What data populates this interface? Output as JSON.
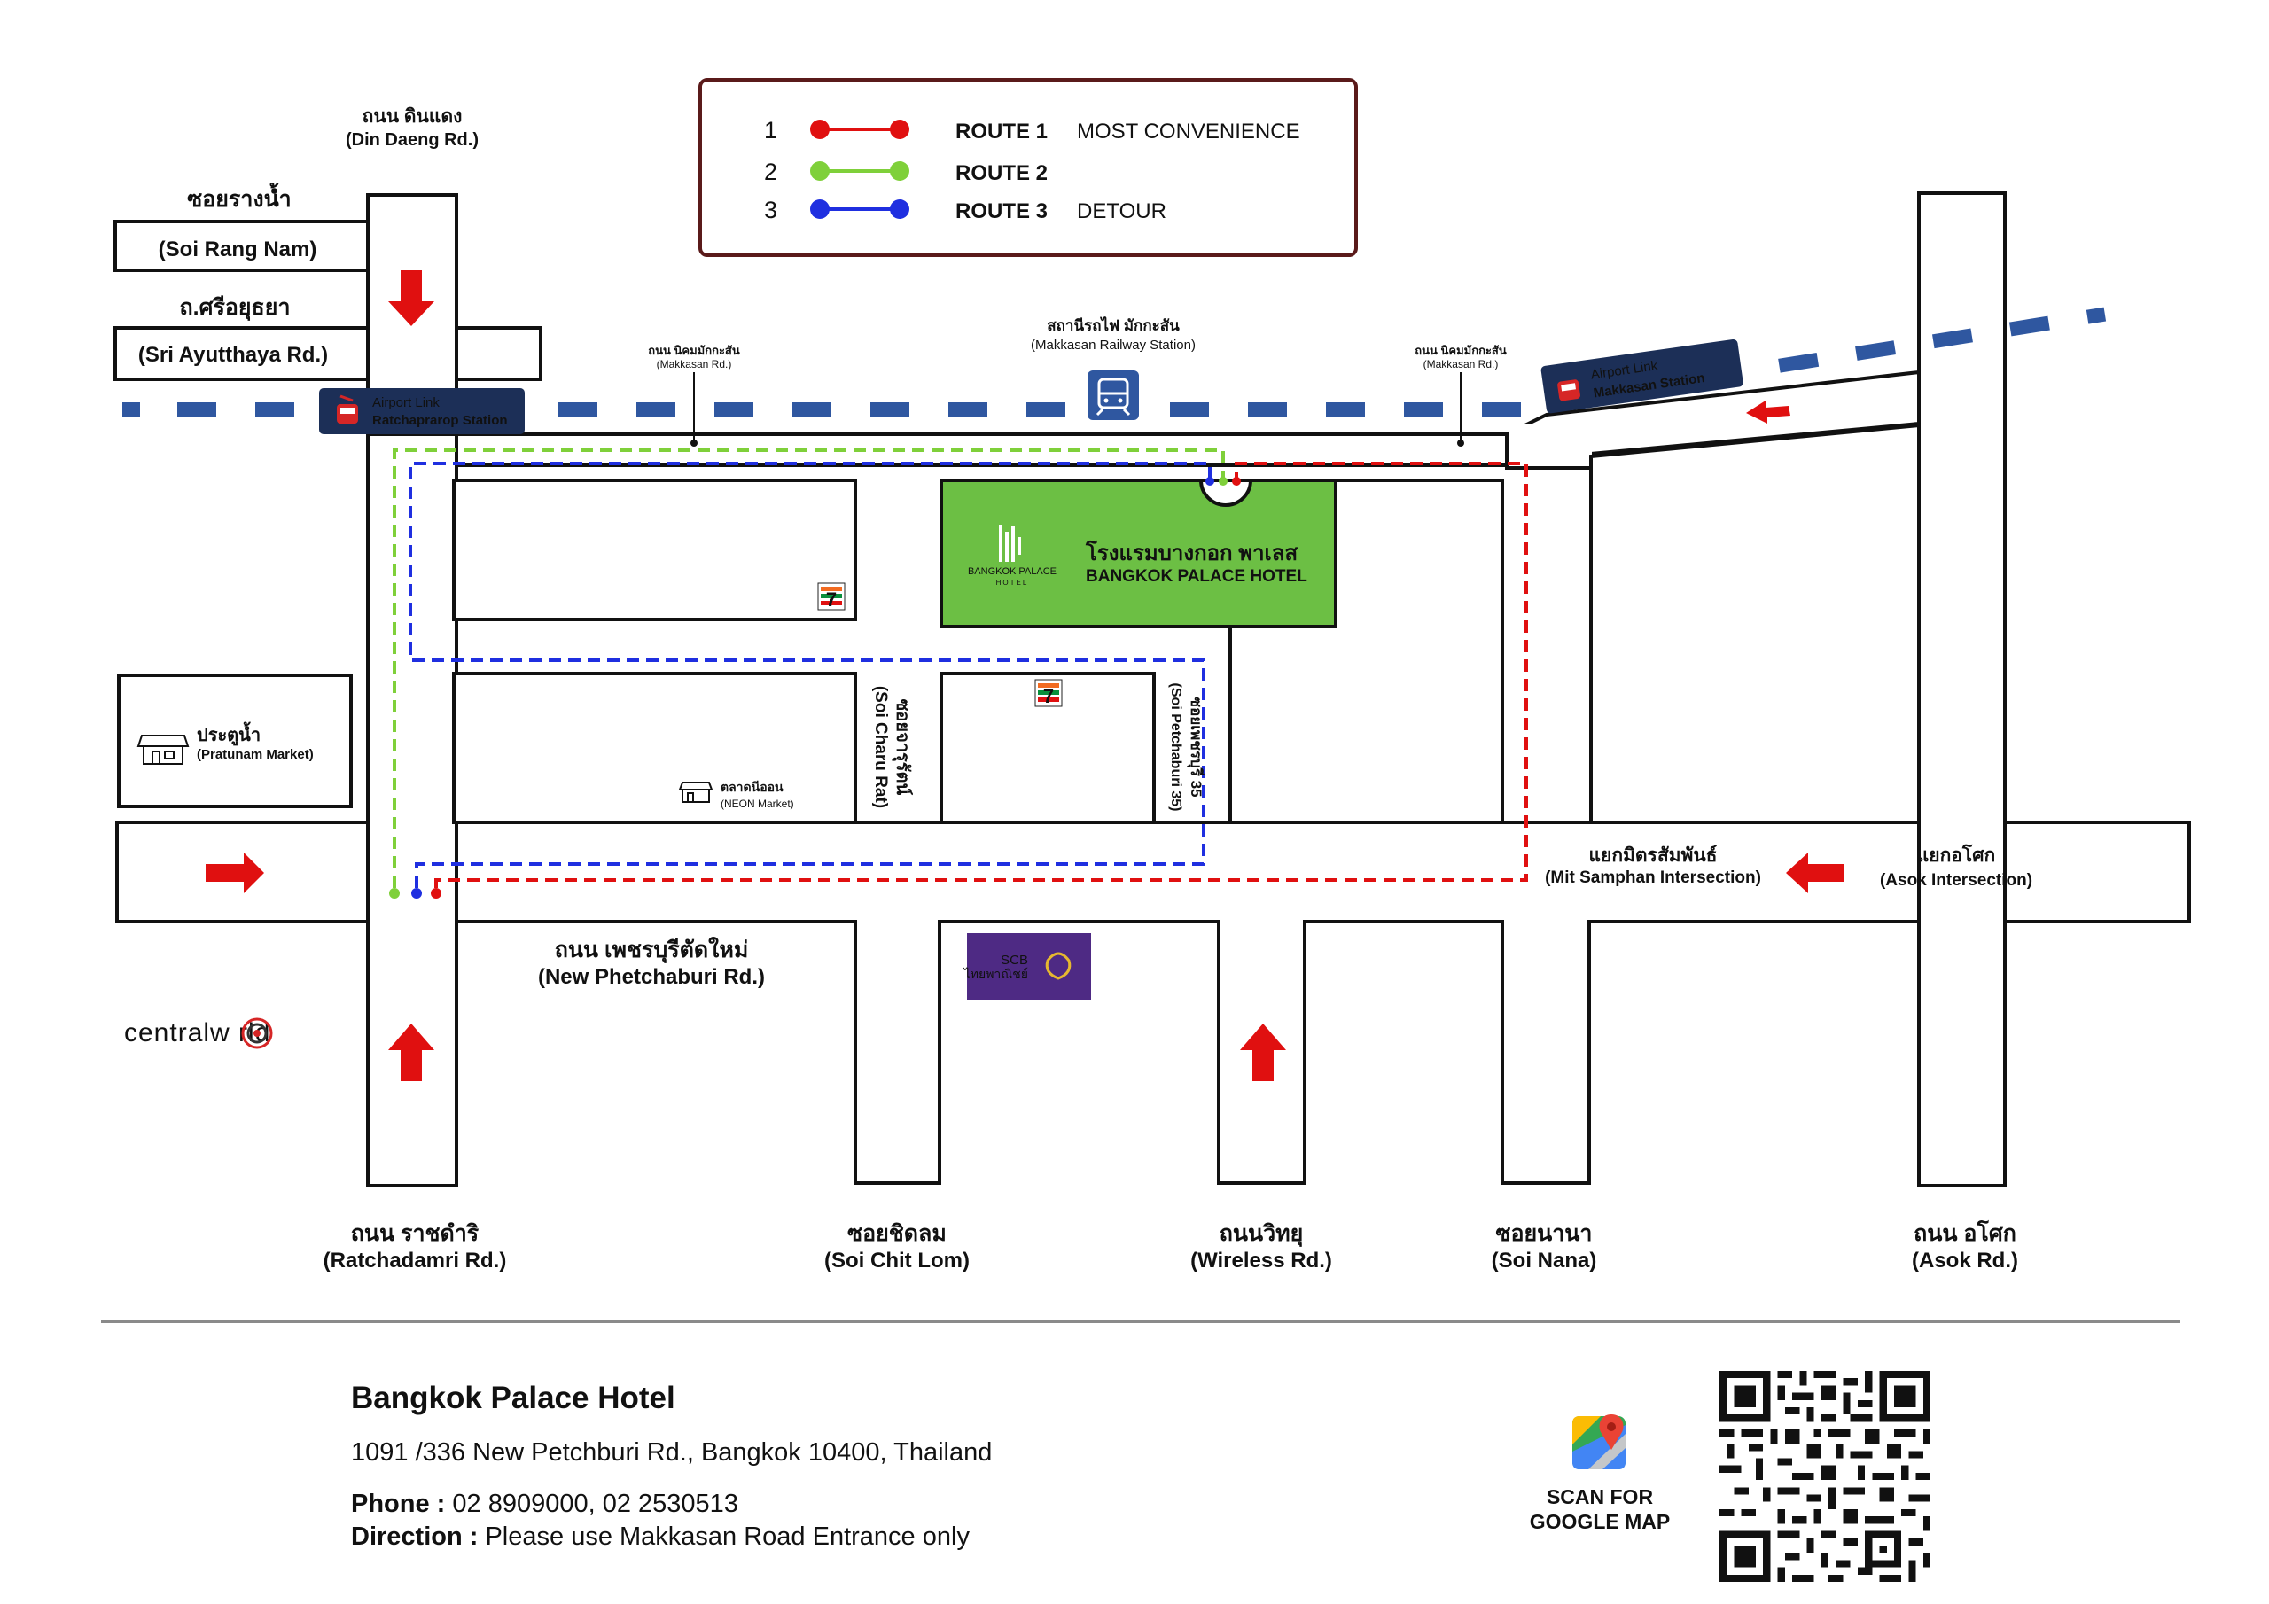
{
  "legend": {
    "routes": [
      {
        "number": "1",
        "name": "ROUTE 1",
        "note": "MOST CONVENIENCE",
        "color": "#e01010"
      },
      {
        "number": "2",
        "name": "ROUTE 2",
        "note": "",
        "color": "#7fd03a"
      },
      {
        "number": "3",
        "name": "ROUTE 3",
        "note": "DETOUR",
        "color": "#1f2fe0"
      }
    ]
  },
  "roads": {
    "din_daeng_th": "ถนน ดินแดง",
    "din_daeng_en": "(Din Daeng Rd.)",
    "soi_rang_nam_th": "ซอยรางน้ำ",
    "soi_rang_nam_en": "(Soi Rang Nam)",
    "sri_ayutthaya_th": "ถ.ศรีอยุธยา",
    "sri_ayutthaya_en": "(Sri Ayutthaya Rd.)",
    "makkasan_west_th": "ถนน นิคมมักกะสัน",
    "makkasan_west_en": "(Makkasan Rd.)",
    "makkasan_east_th": "ถนน นิคมมักกะสัน",
    "makkasan_east_en": "(Makkasan Rd.)",
    "new_phetchaburi_th": "ถนน เพชรบุรีตัดใหม่",
    "new_phetchaburi_en": "(New Phetchaburi Rd.)",
    "ratchadamri_th": "ถนน ราชดำริ",
    "ratchadamri_en": "(Ratchadamri Rd.)",
    "chit_lom_th": "ซอยชิดลม",
    "chit_lom_en": "(Soi Chit Lom)",
    "wireless_th": "ถนนวิทยุ",
    "wireless_en": "(Wireless Rd.)",
    "nana_th": "ซอยนานา",
    "nana_en": "(Soi Nana)",
    "asok_th": "ถนน อโศก",
    "asok_en": "(Asok Rd.)",
    "charu_rat_th": "ซอยจารุรัตน์",
    "charu_rat_en": "(Soi Charu Rat)",
    "petchaburi35_th": "ซอยเพชรบุรี 35",
    "petchaburi35_en": "(Soi Petchaburi 35)"
  },
  "places": {
    "makkasan_rail_th": "สถานีรถไฟ มักกะสัน",
    "makkasan_rail_en": "(Makkasan Railway Station)",
    "airport_link_1_line1": "Airport Link",
    "airport_link_1_line2": "Ratchaprarop Station",
    "airport_link_2_line1": "Airport Link",
    "airport_link_2_line2": "Makkasan Station",
    "pratunam_th": "ประตูน้ำ",
    "pratunam_en": "(Pratunam Market)",
    "neon_th": "ตลาดนีออน",
    "neon_en": "(NEON Market)",
    "mit_samphan_th": "แยกมิตรสัมพันธ์",
    "mit_samphan_en": "(Mit Samphan Intersection)",
    "asok_int_th": "แยกอโศก",
    "asok_int_en": "(Asok Intersection)",
    "scb_line1": "SCB",
    "scb_line2": "ไทยพาณิชย์",
    "centralworld": "centralw rld",
    "hotel_th": "โรงแรมบางกอก พาเลส",
    "hotel_en": "BANGKOK PALACE HOTEL",
    "hotel_logo_line1": "BANGKOK PALACE",
    "hotel_logo_line2": "HOTEL",
    "seven_eleven": "7"
  },
  "colors": {
    "hotel_green": "#6cbf44",
    "arrow_red": "#e01010",
    "rail_blue": "#2f57a0",
    "station_navy": "#1c2f57",
    "scb_purple": "#4e2a84"
  },
  "footer": {
    "hotel_name": "Bangkok Palace Hotel",
    "address": "1091 /336 New Petchburi Rd., Bangkok 10400, Thailand",
    "phone_label": "Phone :",
    "phone_value": " 02 8909000, 02 2530513",
    "direction_label": "Direction :",
    "direction_value": " Please use Makkasan Road Entrance only",
    "scan_line1": "SCAN FOR",
    "scan_line2": "GOOGLE MAP"
  },
  "icons": [
    "train-icon",
    "airport-train-icon",
    "market-icon",
    "google-maps-icon",
    "qr-code",
    "seven-eleven-logo",
    "scb-logo",
    "red-direction-arrow"
  ]
}
